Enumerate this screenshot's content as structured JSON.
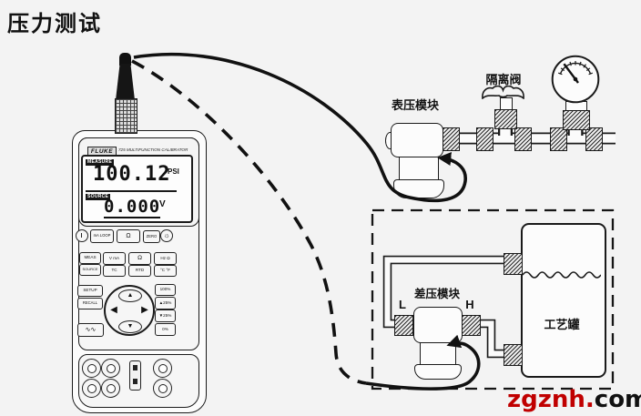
{
  "title": "压力测试",
  "watermark": {
    "primary": "zgznh.",
    "secondary": "com"
  },
  "calibrator": {
    "brand": "FLUKE",
    "model": "725 MULTIFUNCTION CALIBRATOR",
    "display": {
      "measure_label": "MEASURE",
      "measure_value": "100.12",
      "measure_unit": "PSI",
      "source_label": "SOURCE",
      "source_value": "0.000",
      "source_unit": "V"
    },
    "keys": {
      "loop": "mA LOOP",
      "ohm_top": "Ω",
      "zero": "ZERO",
      "backlight": "☼",
      "meas": "MEAS",
      "source": "SOURCE",
      "v_ma": "V mA",
      "ohm": "Ω",
      "hz_ohm": "Hz Ω",
      "tc": "TC",
      "rtd": "RTD",
      "temp_units": "°C °F",
      "setup": "SETUP",
      "recall": "RECALL",
      "wave": "∿∿",
      "pct_100": "100%",
      "up_25": "▲25%",
      "down_25": "▼25%",
      "pct_0": "0%",
      "dpad_up": "▲",
      "dpad_down": "▼",
      "dpad_left": "◀",
      "dpad_right": "▶"
    }
  },
  "gauge_assembly": {
    "module_label": "表压模块",
    "valve_label": "隔离阀"
  },
  "dp_assembly": {
    "module_label": "差压模块",
    "low_port": "L",
    "high_port": "H",
    "tank_label": "工艺罐"
  },
  "colors": {
    "line": "#1a1a1a",
    "background": "#f3f3f3",
    "watermark_red": "#c00000",
    "watermark_dark": "#111111"
  }
}
